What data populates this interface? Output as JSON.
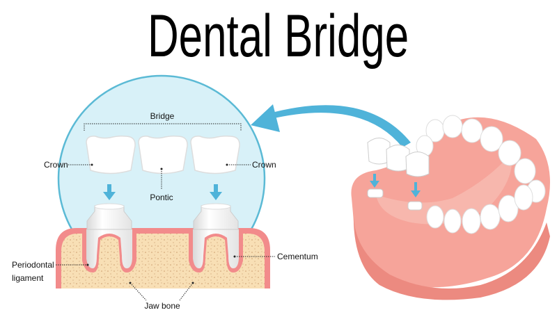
{
  "title": "Dental Bridge",
  "labels": {
    "bridge": "Bridge",
    "crown_left": "Crown",
    "crown_right": "Crown",
    "pontic": "Pontic",
    "periodontal_line1": "Periodontal",
    "periodontal_line2": "ligament",
    "cementum": "Cementum",
    "jaw_bone": "Jaw bone"
  },
  "colors": {
    "circle": "#d8f1f8",
    "circle_border": "#5bbad5",
    "arrow": "#4fb3d9",
    "gum": "#f28b8b",
    "bone": "#f8dfb5",
    "tooth": "#ffffff"
  }
}
